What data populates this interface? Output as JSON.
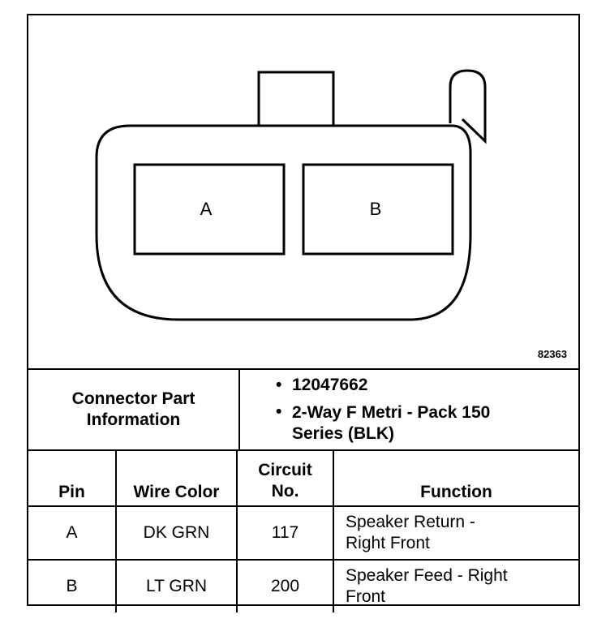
{
  "diagram": {
    "pin_a_label": "A",
    "pin_b_label": "B",
    "figure_number": "82363"
  },
  "connector_info": {
    "label": "Connector Part Information",
    "items": [
      "12047662",
      "2-Way F Metri - Pack 150 Series (BLK)"
    ]
  },
  "pinout_table": {
    "headers": [
      "Pin",
      "Wire Color",
      "Circuit No.",
      "Function"
    ],
    "rows": [
      {
        "pin": "A",
        "wire_color": "DK GRN",
        "circuit": "117",
        "function": "Speaker Return - Right Front"
      },
      {
        "pin": "B",
        "wire_color": "LT GRN",
        "circuit": "200",
        "function": "Speaker Feed - Right Front"
      }
    ]
  }
}
